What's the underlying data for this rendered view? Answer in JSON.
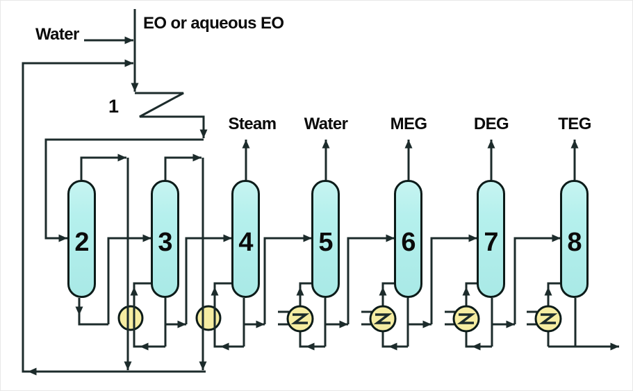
{
  "feed": {
    "water_label": "Water",
    "eo_label": "EO or aqueous EO"
  },
  "reactor": {
    "label": "1"
  },
  "columns": [
    {
      "label": "2"
    },
    {
      "label": "3"
    },
    {
      "label": "4"
    },
    {
      "label": "5"
    },
    {
      "label": "6"
    },
    {
      "label": "7"
    },
    {
      "label": "8"
    }
  ],
  "product_labels": [
    {
      "text": "Steam"
    },
    {
      "text": "Water"
    },
    {
      "text": "MEG"
    },
    {
      "text": "DEG"
    },
    {
      "text": "TEG"
    }
  ],
  "colors": {
    "line": "#1c2b2b",
    "vessel_fill": "#b5f0ed",
    "vessel_stroke": "#0c1b19",
    "exchanger_fill": "#f6eda2",
    "text": "#0b0b0b",
    "background": "#ffffff"
  }
}
